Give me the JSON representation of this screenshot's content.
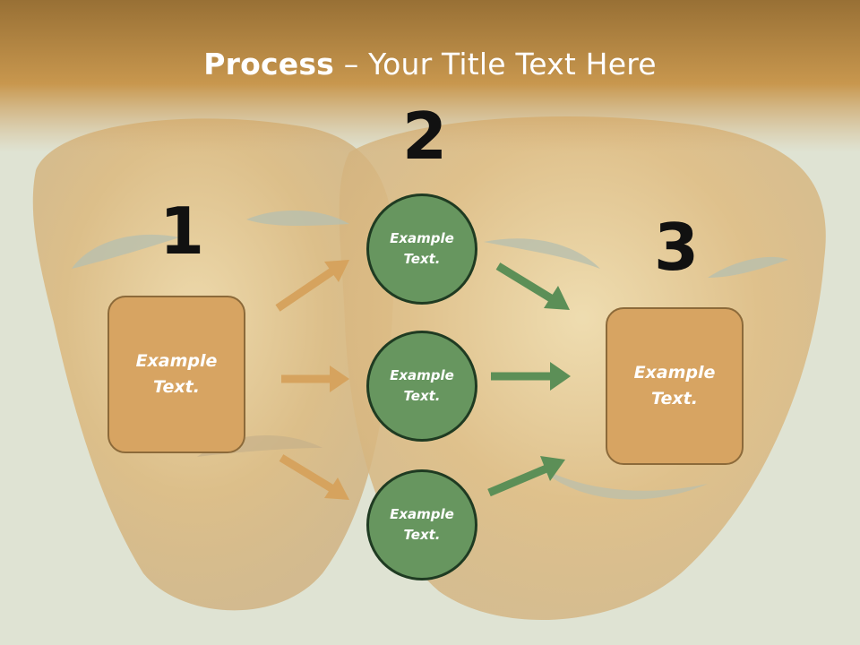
{
  "slide": {
    "title_bold": "Process",
    "title_rest": " – Your Title Text Here",
    "numbers": [
      "1",
      "2",
      "3"
    ],
    "left_box": {
      "label": "Example\nText."
    },
    "right_box": {
      "label": "Example\nText."
    },
    "circles": [
      {
        "label": "Example\nText."
      },
      {
        "label": "Example\nText."
      },
      {
        "label": "Example\nText."
      }
    ]
  },
  "colors": {
    "header": "#c8974e",
    "box_fill": "#d7a462",
    "circle_fill": "#67965f",
    "arrow_tan": "#d6a35e",
    "arrow_green": "#5c8f57"
  }
}
